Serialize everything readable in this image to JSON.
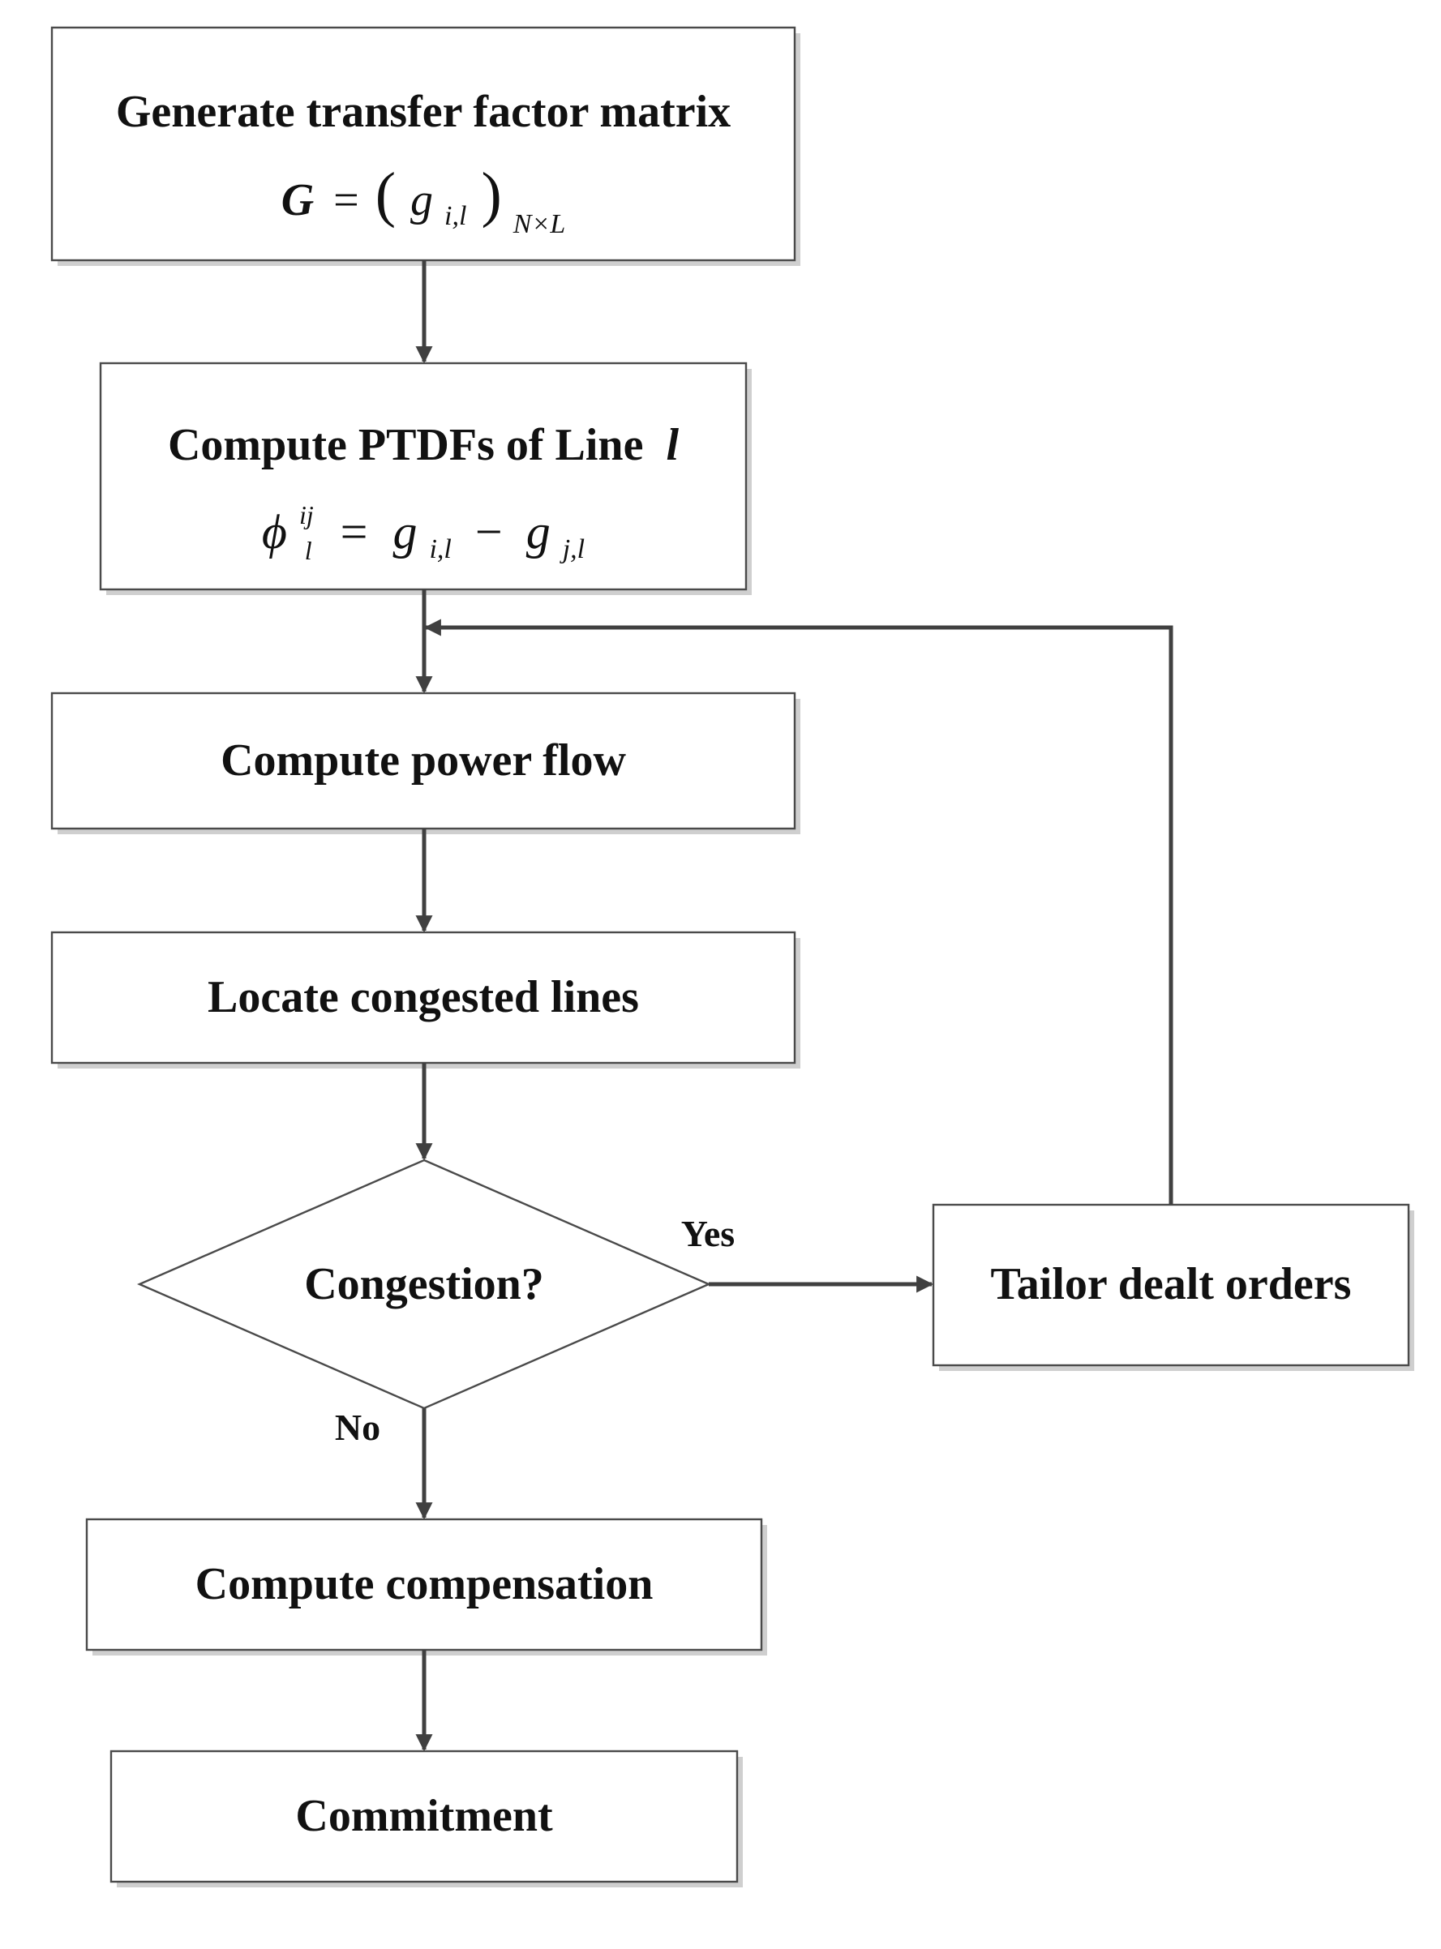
{
  "nodes": {
    "generate": {
      "label": "Generate transfer factor matrix",
      "formula_bold_symbol": "G",
      "formula_equals": "=",
      "formula_paren_open": "(",
      "formula_paren_close": ")",
      "formula_base": "g",
      "formula_sub": "i,l",
      "formula_outer_sub": "N×L"
    },
    "ptdf": {
      "label_main": "Compute PTDFs of Line",
      "label_symbol": "l",
      "formula_phi": "ϕ",
      "formula_phi_sup": "ij",
      "formula_phi_sub": "l",
      "formula_equals": "=",
      "formula_g1": "g",
      "formula_g1_sub": "i,l",
      "formula_minus": "−",
      "formula_g2": "g",
      "formula_g2_sub": "j,l"
    },
    "power_flow": {
      "label": "Compute power flow"
    },
    "locate": {
      "label": "Locate congested lines"
    },
    "decision": {
      "label": "Congestion?"
    },
    "tailor": {
      "label": "Tailor dealt orders"
    },
    "compensation": {
      "label": "Compute compensation"
    },
    "commitment": {
      "label": "Commitment"
    }
  },
  "edges": {
    "yes_label": "Yes",
    "no_label": "No"
  },
  "colors": {
    "stroke": "#4a4a4a",
    "arrow": "#404040",
    "shadow": "#cfcfcf",
    "text": "#111111"
  }
}
